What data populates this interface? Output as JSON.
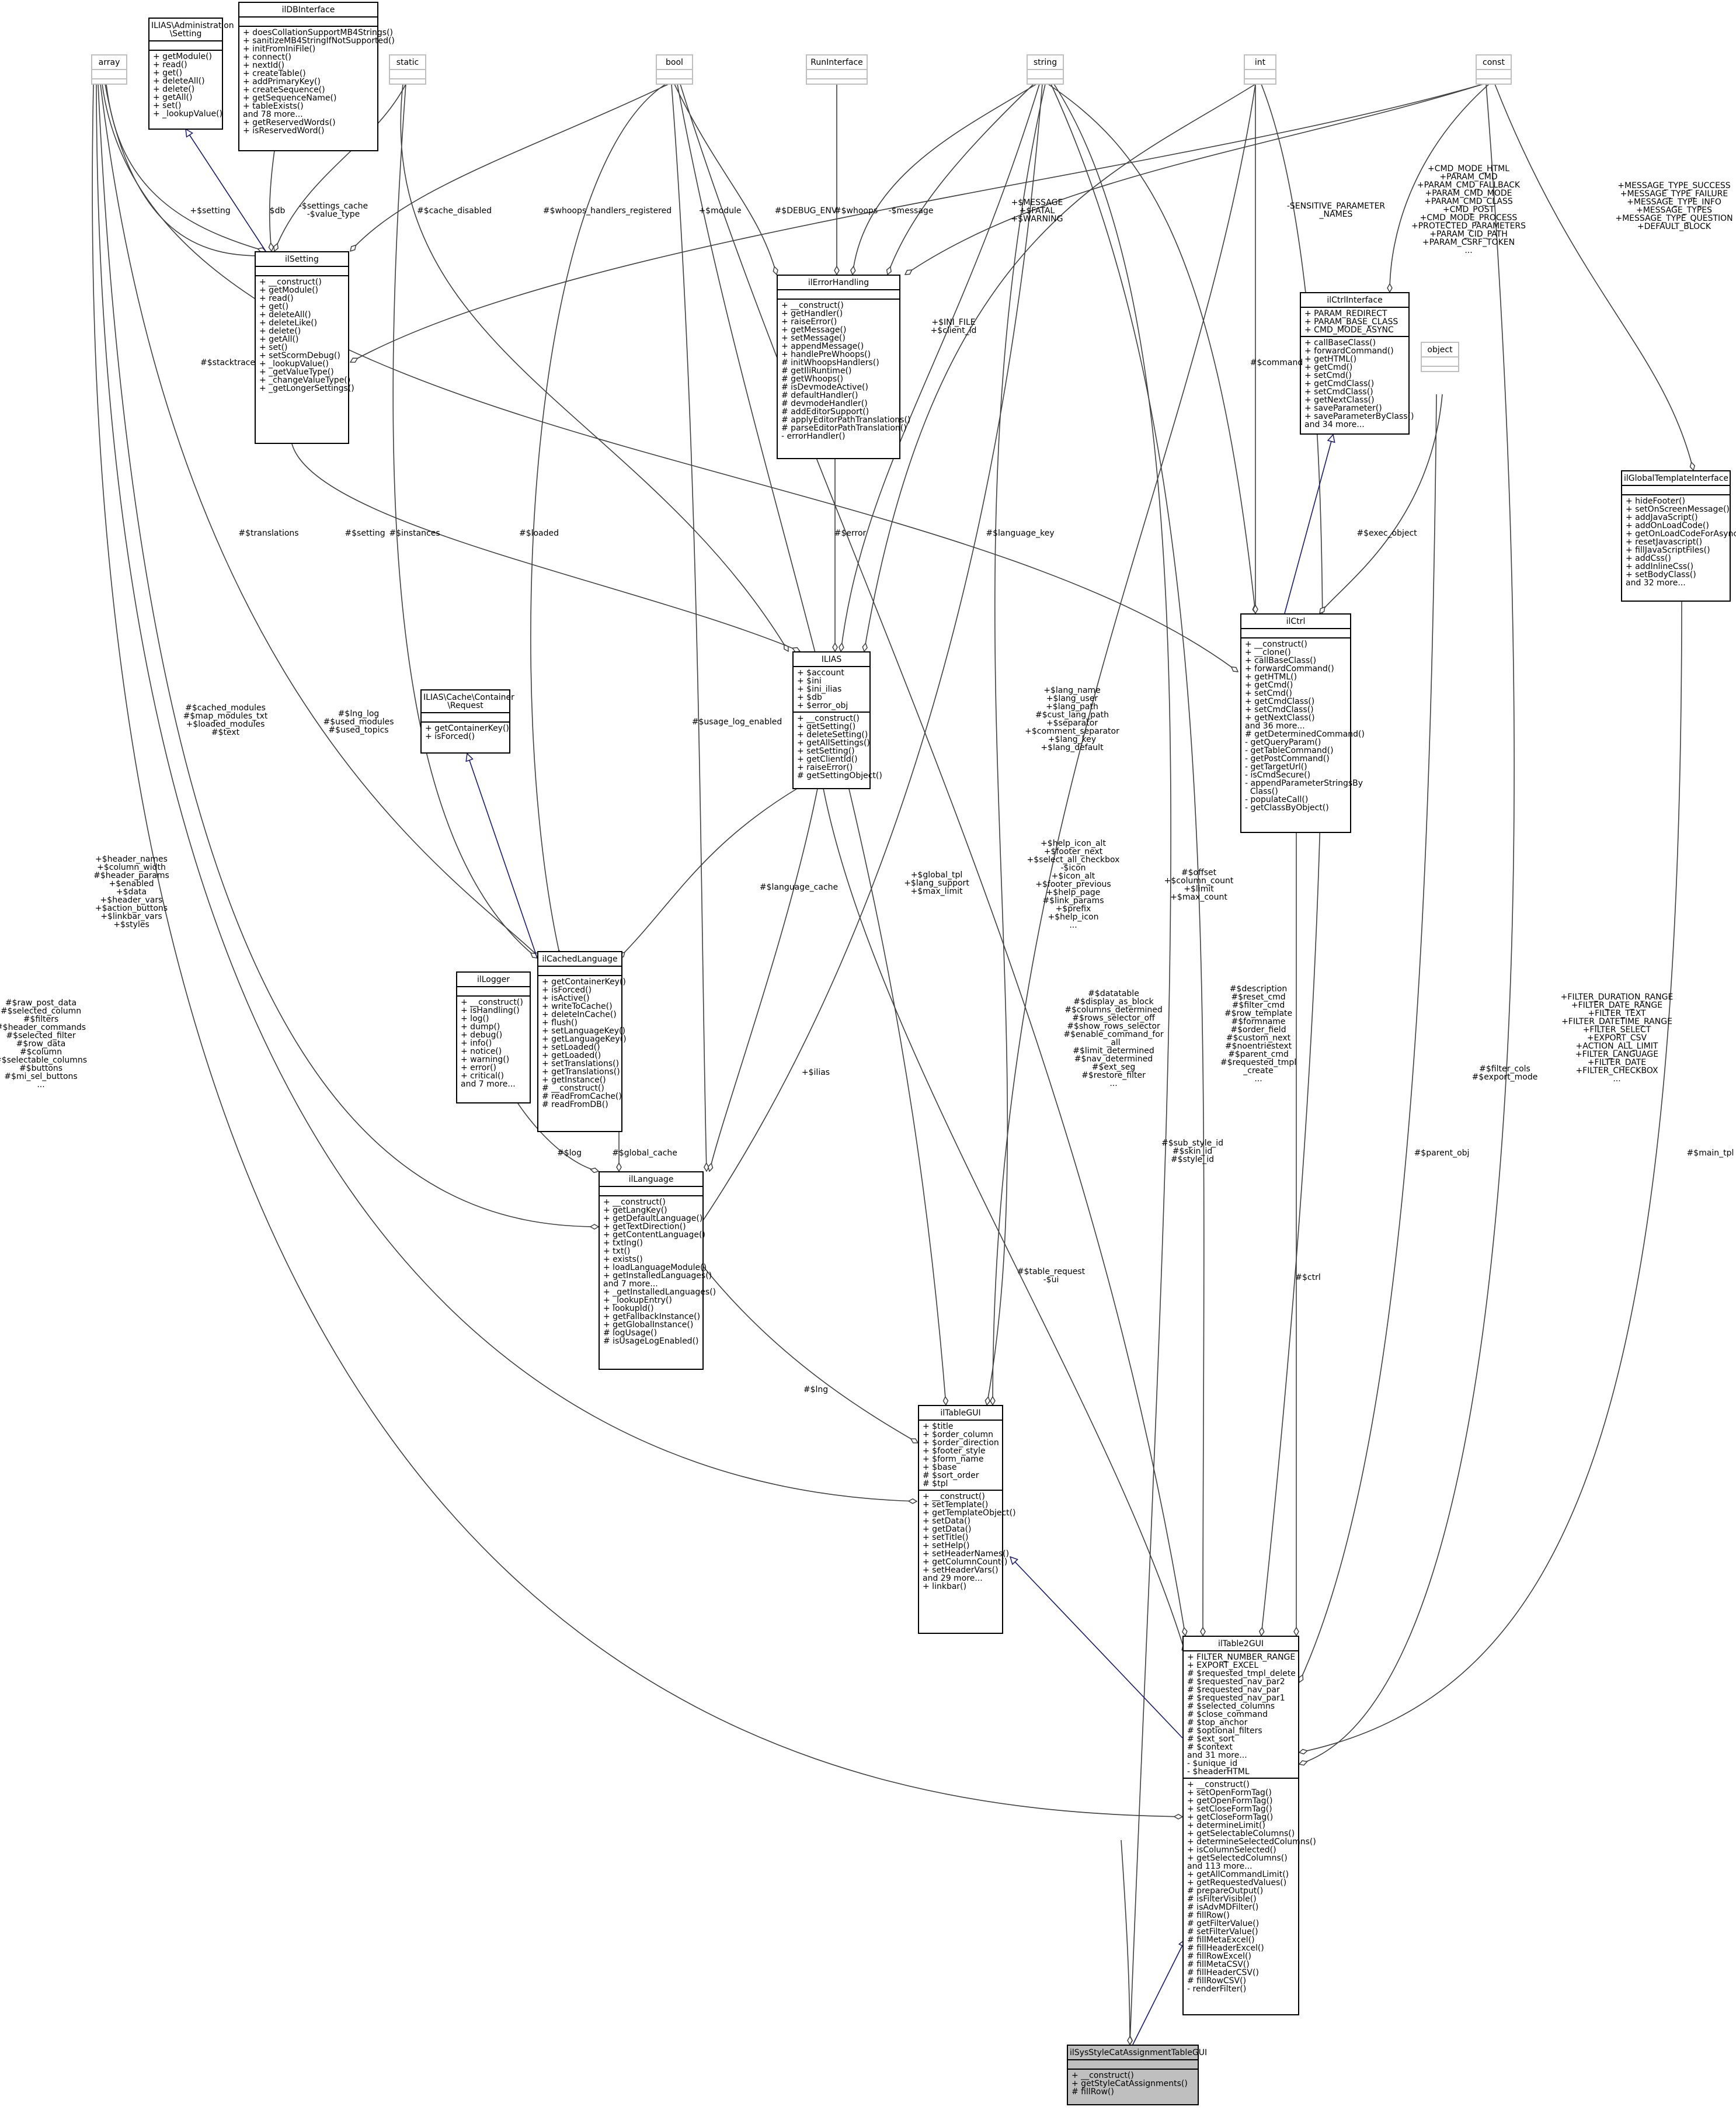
{
  "classes": {
    "array": {
      "name": "array",
      "attrs": [],
      "methods": []
    },
    "admin_setting": {
      "name": "ILIAS\\Administration\n\\Setting",
      "attrs": [],
      "methods": [
        "+ getModule()",
        "+ read()",
        "+ get()",
        "+ deleteAll()",
        "+ delete()",
        "+ getAll()",
        "+ set()",
        "+ _lookupValue()"
      ]
    },
    "ildbinterface": {
      "name": "ilDBInterface",
      "attrs": [],
      "methods": [
        "+ doesCollationSupportMB4Strings()",
        "+ sanitizeMB4StringIfNotSupported()",
        "+ initFromIniFile()",
        "+ connect()",
        "+ nextId()",
        "+ createTable()",
        "+ addPrimaryKey()",
        "+ createSequence()",
        "+ getSequenceName()",
        "+ tableExists()",
        "and 78 more...",
        "+ getReservedWords()",
        "+ isReservedWord()"
      ]
    },
    "static": {
      "name": "static",
      "attrs": [],
      "methods": []
    },
    "bool": {
      "name": "bool",
      "attrs": [],
      "methods": []
    },
    "runinterface": {
      "name": "RunInterface",
      "attrs": [],
      "methods": []
    },
    "string": {
      "name": "string",
      "attrs": [],
      "methods": []
    },
    "int": {
      "name": "int",
      "attrs": [],
      "methods": []
    },
    "const": {
      "name": "const",
      "attrs": [],
      "methods": []
    },
    "ilsetting": {
      "name": "ilSetting",
      "attrs": [],
      "methods": [
        "+ __construct()",
        "+ getModule()",
        "+ read()",
        "+ get()",
        "+ deleteAll()",
        "+ deleteLike()",
        "+ delete()",
        "+ getAll()",
        "+ set()",
        "+ setScormDebug()",
        "+ _lookupValue()",
        "+ _getValueType()",
        "+ _changeValueType()",
        "+ _getLongerSettings()"
      ]
    },
    "ilerrorhandling": {
      "name": "ilErrorHandling",
      "attrs": [],
      "methods": [
        "+ __construct()",
        "+ getHandler()",
        "+ raiseError()",
        "+ getMessage()",
        "+ setMessage()",
        "+ appendMessage()",
        "+ handlePreWhoops()",
        "# initWhoopsHandlers()",
        "# getIliRuntime()",
        "# getWhoops()",
        "# isDevmodeActive()",
        "# defaultHandler()",
        "# devmodeHandler()",
        "# addEditorSupport()",
        "# applyEditorPathTranslations()",
        "# parseEditorPathTranslation()",
        "- errorHandler()"
      ]
    },
    "ilctrlinterface": {
      "name": "ilCtrlInterface",
      "attrs": [
        "+ PARAM_REDIRECT",
        "+ PARAM_BASE_CLASS",
        "+ CMD_MODE_ASYNC"
      ],
      "methods": [
        "+ callBaseClass()",
        "+ forwardCommand()",
        "+ getHTML()",
        "+ getCmd()",
        "+ setCmd()",
        "+ getCmdClass()",
        "+ setCmdClass()",
        "+ getNextClass()",
        "+ saveParameter()",
        "+ saveParameterByClass()",
        "and 34 more..."
      ]
    },
    "object": {
      "name": "object",
      "attrs": [],
      "methods": []
    },
    "ilglobaltemplate": {
      "name": "ilGlobalTemplateInterface",
      "attrs": [],
      "methods": [
        "+ hideFooter()",
        "+ setOnScreenMessage()",
        "+ addJavaScript()",
        "+ addOnLoadCode()",
        "+ getOnLoadCodeForAsynch()",
        "+ resetJavascript()",
        "+ fillJavaScriptFiles()",
        "+ addCss()",
        "+ addInlineCss()",
        "+ setBodyClass()",
        "and 32 more..."
      ]
    },
    "ilctrl": {
      "name": "ilCtrl",
      "attrs": [],
      "methods": [
        "+ __construct()",
        "+ __clone()",
        "+ callBaseClass()",
        "+ forwardCommand()",
        "+ getHTML()",
        "+ getCmd()",
        "+ setCmd()",
        "+ getCmdClass()",
        "+ setCmdClass()",
        "+ getNextClass()",
        "and 36 more...",
        "# getDeterminedCommand()",
        "- getQueryParam()",
        "- getTableCommand()",
        "- getPostCommand()",
        "- getTargetUrl()",
        "- isCmdSecure()",
        "- appendParameterStringsBy",
        "  Class()",
        "- populateCall()",
        "- getClassByObject()"
      ]
    },
    "ilias": {
      "name": "ILIAS",
      "attrs": [
        "+ $account",
        "+ $ini",
        "+ $ini_ilias",
        "+ $db",
        "+ $error_obj"
      ],
      "methods": [
        "+ __construct()",
        "+ getSetting()",
        "+ deleteSetting()",
        "+ getAllSettings()",
        "+ setSetting()",
        "+ getClientId()",
        "+ raiseError()",
        "# getSettingObject()"
      ]
    },
    "cache_request": {
      "name": "ILIAS\\Cache\\Container\n\\Request",
      "attrs": [],
      "methods": [
        "+ getContainerKey()",
        "+ isForced()"
      ]
    },
    "illogger": {
      "name": "ilLogger",
      "attrs": [],
      "methods": [
        "+ __construct()",
        "+ isHandling()",
        "+ log()",
        "+ dump()",
        "+ debug()",
        "+ info()",
        "+ notice()",
        "+ warning()",
        "+ error()",
        "+ critical()",
        "and 7 more..."
      ]
    },
    "ilcachedlanguage": {
      "name": "ilCachedLanguage",
      "attrs": [],
      "methods": [
        "+ getContainerKey()",
        "+ isForced()",
        "+ isActive()",
        "+ writeToCache()",
        "+ deleteInCache()",
        "+ flush()",
        "+ setLanguageKey()",
        "+ getLanguageKey()",
        "+ setLoaded()",
        "+ getLoaded()",
        "+ setTranslations()",
        "+ getTranslations()",
        "+ getInstance()",
        "# __construct()",
        "# readFromCache()",
        "# readFromDB()"
      ]
    },
    "illanguage": {
      "name": "ilLanguage",
      "attrs": [],
      "methods": [
        "+ __construct()",
        "+ getLangKey()",
        "+ getDefaultLanguage()",
        "+ getTextDirection()",
        "+ getContentLanguage()",
        "+ txtlng()",
        "+ txt()",
        "+ exists()",
        "+ loadLanguageModule()",
        "+ getInstalledLanguages()",
        "and 7 more...",
        "+ _getInstalledLanguages()",
        "+ _lookupEntry()",
        "+ lookupId()",
        "+ getFallbackInstance()",
        "+ getGlobalInstance()",
        "# logUsage()",
        "# isUsageLogEnabled()"
      ]
    },
    "iltablegui": {
      "name": "ilTableGUI",
      "attrs": [
        "+ $title",
        "+ $order_column",
        "+ $order_direction",
        "+ $footer_style",
        "+ $form_name",
        "+ $base",
        "# $sort_order",
        "# $tpl"
      ],
      "methods": [
        "+ __construct()",
        "+ setTemplate()",
        "+ getTemplateObject()",
        "+ setData()",
        "+ getData()",
        "+ setTitle()",
        "+ setHelp()",
        "+ setHeaderNames()",
        "+ getColumnCount()",
        "+ setHeaderVars()",
        "and 29 more...",
        "+ linkbar()"
      ]
    },
    "iltable2gui": {
      "name": "ilTable2GUI",
      "attrs": [
        "+ FILTER_NUMBER_RANGE",
        "+ EXPORT_EXCEL",
        "# $requested_tmpl_delete",
        "# $requested_nav_par2",
        "# $requested_nav_par",
        "# $requested_nav_par1",
        "# $selected_columns",
        "# $close_command",
        "# $top_anchor",
        "# $optional_filters",
        "# $ext_sort",
        "# $context",
        "and 31 more...",
        "- $unique_id",
        "- $headerHTML"
      ],
      "methods": [
        "+ __construct()",
        "+ setOpenFormTag()",
        "+ getOpenFormTag()",
        "+ setCloseFormTag()",
        "+ getCloseFormTag()",
        "+ determineLimit()",
        "+ getSelectableColumns()",
        "+ determineSelectedColumns()",
        "+ isColumnSelected()",
        "+ getSelectedColumns()",
        "and 113 more...",
        "+ getAllCommandLimit()",
        "+ getRequestedValues()",
        "# prepareOutput()",
        "# isFilterVisible()",
        "# isAdvMDFilter()",
        "# fillRow()",
        "# getFilterValue()",
        "# setFilterValue()",
        "# fillMetaExcel()",
        "# fillHeaderExcel()",
        "# fillRowExcel()",
        "# fillMetaCSV()",
        "# fillHeaderCSV()",
        "# fillRowCSV()",
        "- renderFilter()"
      ]
    },
    "ilsysstyle": {
      "name": "ilSysStyleCatAssignmentTableGUI",
      "attrs": [],
      "methods": [
        "+ __construct()",
        "+ getStyleCatAssignments()",
        "# fillRow()"
      ]
    }
  },
  "edge_labels": {
    "setting_self": "+$setting",
    "db": "$db",
    "settings_cache": "-$settings_cache\n-$value_type",
    "cache_disabled": "#$cache_disabled",
    "whoops_handlers": "#$whoops_handlers_registered",
    "module": "+$module",
    "debug_env": "#$DEBUG_ENV",
    "whoops": "#$whoops",
    "message": "-$message",
    "message_fatal": "+$MESSAGE\n+$FATAL\n+$WARNING",
    "sensitive": "-SENSITIVE_PARAMETER\n_NAMES",
    "cmd_consts": "+CMD_MODE_HTML\n+PARAM_CMD\n+PARAM_CMD_FALLBACK\n+PARAM_CMD_MODE\n+PARAM_CMD_CLASS\n+CMD_POST\n+CMD_MODE_PROCESS\n+PROTECTED_PARAMETERS\n+PARAM_CID_PATH\n+PARAM_CSRF_TOKEN\n...",
    "message_types": "+MESSAGE_TYPE_SUCCESS\n+MESSAGE_TYPE_FAILURE\n+MESSAGE_TYPE_INFO\n+MESSAGE_TYPES\n+MESSAGE_TYPE_QUESTION\n+DEFAULT_BLOCK",
    "stacktrace": "#$stacktrace",
    "ini_file": "+$INI_FILE\n+$client_id",
    "command": "#$command",
    "exec_object": "#$exec_object",
    "translations": "#$translations",
    "setting": "#$setting",
    "instances": "#$instances",
    "loaded": "#$loaded",
    "error": "#$error",
    "language_key": "#$language_key",
    "cached_modules": "#$cached_modules\n#$map_modules_txt\n+$loaded_modules\n#$text",
    "lng_log": "#$lng_log\n#$used_modules\n#$used_topics",
    "usage_log": "#$usage_log_enabled",
    "lang_name": "+$lang_name\n+$lang_user\n+$lang_path\n#$cust_lang_path\n+$separator\n+$comment_separator\n+$lang_key\n+$lang_default",
    "header_names": "+$header_names\n+$column_width\n#$header_params\n+$enabled\n+$data\n+$header_vars\n+$action_buttons\n+$linkbar_vars\n+$styles",
    "language_cache": "#$language_cache",
    "help_icon": "+$help_icon_alt\n+$footer_next\n+$select_all_checkbox\n-$icon\n+$icon_alt\n+$footer_previous\n+$help_page\n#$link_params\n+$prefix\n+$help_icon\n...",
    "global_tpl": "+$global_tpl\n+$lang_support\n+$max_limit",
    "offset": "#$offset\n+$column_count\n+$limit\n+$max_count",
    "ilias": "+$ilias",
    "datatable": "#$datatable\n#$display_as_block\n#$columns_determined\n#$rows_selector_off\n#$show_rows_selector\n#$enable_command_for\n_all\n#$limit_determined\n#$nav_determined\n#$ext_seg\n#$restore_filter\n...",
    "description": "#$description\n#$reset_cmd\n#$filter_cmd\n#$row_template\n#$formname\n#$order_field\n#$custom_next\n#$noentriestext\n#$parent_cmd\n#$requested_tmpl\n_create\n...",
    "filter_cols": "#$filter_cols\n#$export_mode",
    "filter_consts": "+FILTER_DURATION_RANGE\n+FILTER_DATE_RANGE\n+FILTER_TEXT\n+FILTER_DATETIME_RANGE\n+FILTER_SELECT\n+EXPORT_CSV\n+ACTION_ALL_LIMIT\n+FILTER_LANGUAGE\n+FILTER_DATE\n+FILTER_CHECKBOX\n...",
    "raw_post": "#$raw_post_data\n#$selected_column\n#$filters\n#$header_commands\n#$selected_filter\n#$row_data\n#$column\n#$selectable_columns\n#$buttons\n#$mi_sel_buttons\n...",
    "log": "#$log",
    "global_cache": "#$global_cache",
    "lng": "#$lng",
    "table_request": "#$table_request\n-$ui",
    "sub_style": "#$sub_style_id\n#$skin_id\n#$style_id",
    "parent_obj": "#$parent_obj",
    "ctrl": "#$ctrl",
    "main_tpl": "#$main_tpl"
  }
}
